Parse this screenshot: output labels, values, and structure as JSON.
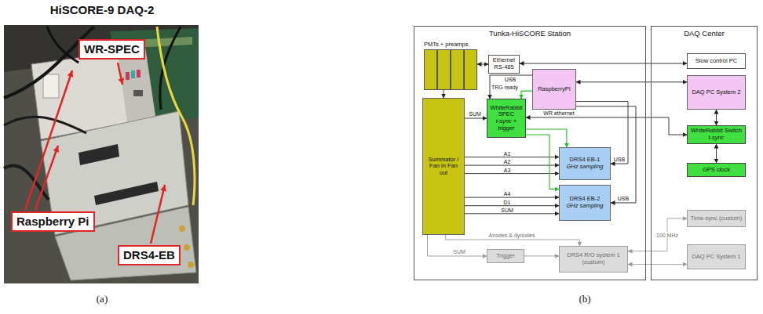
{
  "diagram": {
    "title": "HiSCORE-9 DAQ-2",
    "nodes": [
      {
        "text": [
          "WR-SPEC"
        ]
      },
      {
        "text": [
          "Raspberry Pi"
        ]
      },
      {
        "text": [
          "DRS4-EB"
        ]
      },
      {
        "text": [
          "Tunka-HiSCORE Station"
        ]
      },
      {
        "text": [
          "PMTs + preamps"
        ],
        "in": 3
      },
      {
        "text": [
          "Ethernet RS-485"
        ],
        "in": 3
      },
      {
        "text": [
          "RaspberryPI"
        ],
        "in": 3
      },
      {
        "text": [
          "WhiteRabbit SPEC",
          "t-sync + trigger"
        ],
        "in": 3
      },
      {
        "text": [
          "Summator / Fan in Fan out"
        ],
        "in": 3
      },
      {
        "text": [
          "DRS4 EB-1",
          "GHz sampling"
        ],
        "in": 3
      },
      {
        "text": [
          "DRS4 EB-2",
          "GHz sampling"
        ],
        "in": 3
      },
      {
        "text": [
          "Trigger"
        ],
        "in": 3
      },
      {
        "text": [
          "DRS4 R/O system 1",
          "(custom)"
        ],
        "in": 3
      },
      {
        "text": [
          "DAQ Center"
        ]
      },
      {
        "text": [
          "Slow control PC"
        ],
        "in": 13
      },
      {
        "text": [
          "DAQ PC System 2"
        ],
        "in": 13
      },
      {
        "text": [
          "WhiteRabbit Switch",
          "t-sync"
        ],
        "in": 13
      },
      {
        "text": [
          "GPS clock"
        ],
        "in": 13
      },
      {
        "text": [
          "Time-sync (custom)"
        ],
        "in": 13
      },
      {
        "text": [
          "DAQ PC System 1"
        ],
        "in": 13
      }
    ],
    "edges": [
      {
        "from": 4,
        "to": 5,
        "arrow": "both"
      },
      {
        "from": 5,
        "to": 14,
        "arrow": "both"
      },
      {
        "from": 4,
        "to": 8,
        "arrow": "to"
      },
      {
        "from": 8,
        "to": 7,
        "label": "SUM",
        "arrow": "to"
      },
      {
        "from": 6,
        "to": 7,
        "label": "USB",
        "arrow": "to"
      },
      {
        "from": 6,
        "to": 7,
        "label": "TRG ready",
        "arrow": "to"
      },
      {
        "from": 8,
        "to": 9,
        "label": "A1",
        "arrow": "to"
      },
      {
        "from": 8,
        "to": 9,
        "label": "A2",
        "arrow": "to"
      },
      {
        "from": 8,
        "to": 9,
        "label": "A3",
        "arrow": "to"
      },
      {
        "from": 8,
        "to": 10,
        "label": "A4",
        "arrow": "to"
      },
      {
        "from": 8,
        "to": 10,
        "label": "D1",
        "arrow": "to"
      },
      {
        "from": 8,
        "to": 10,
        "label": "SUM",
        "arrow": "to"
      },
      {
        "from": 7,
        "to": 9,
        "arrow": "to"
      },
      {
        "from": 7,
        "to": 10,
        "arrow": "to"
      },
      {
        "from": 6,
        "to": 9,
        "label": "USB",
        "arrow": "to"
      },
      {
        "from": 6,
        "to": 10,
        "label": "USB",
        "arrow": "to"
      },
      {
        "from": 7,
        "to": 16,
        "label": "WR ethernet",
        "arrow": "both"
      },
      {
        "from": 6,
        "to": 15,
        "arrow": "both"
      },
      {
        "from": 15,
        "to": 16,
        "arrow": "both"
      },
      {
        "from": 16,
        "to": 17,
        "arrow": "both"
      },
      {
        "from": 8,
        "to": 11,
        "label": "SUM",
        "arrow": "to"
      },
      {
        "from": 8,
        "to": 12,
        "label": "Anodes & dynodes",
        "arrow": "to"
      },
      {
        "from": 11,
        "to": 12,
        "arrow": "to"
      },
      {
        "from": 12,
        "to": 18,
        "label": "100 MHz",
        "arrow": "both"
      },
      {
        "from": 12,
        "to": 19,
        "arrow": "both"
      }
    ],
    "labels": [
      "(a)",
      "(b)"
    ]
  }
}
